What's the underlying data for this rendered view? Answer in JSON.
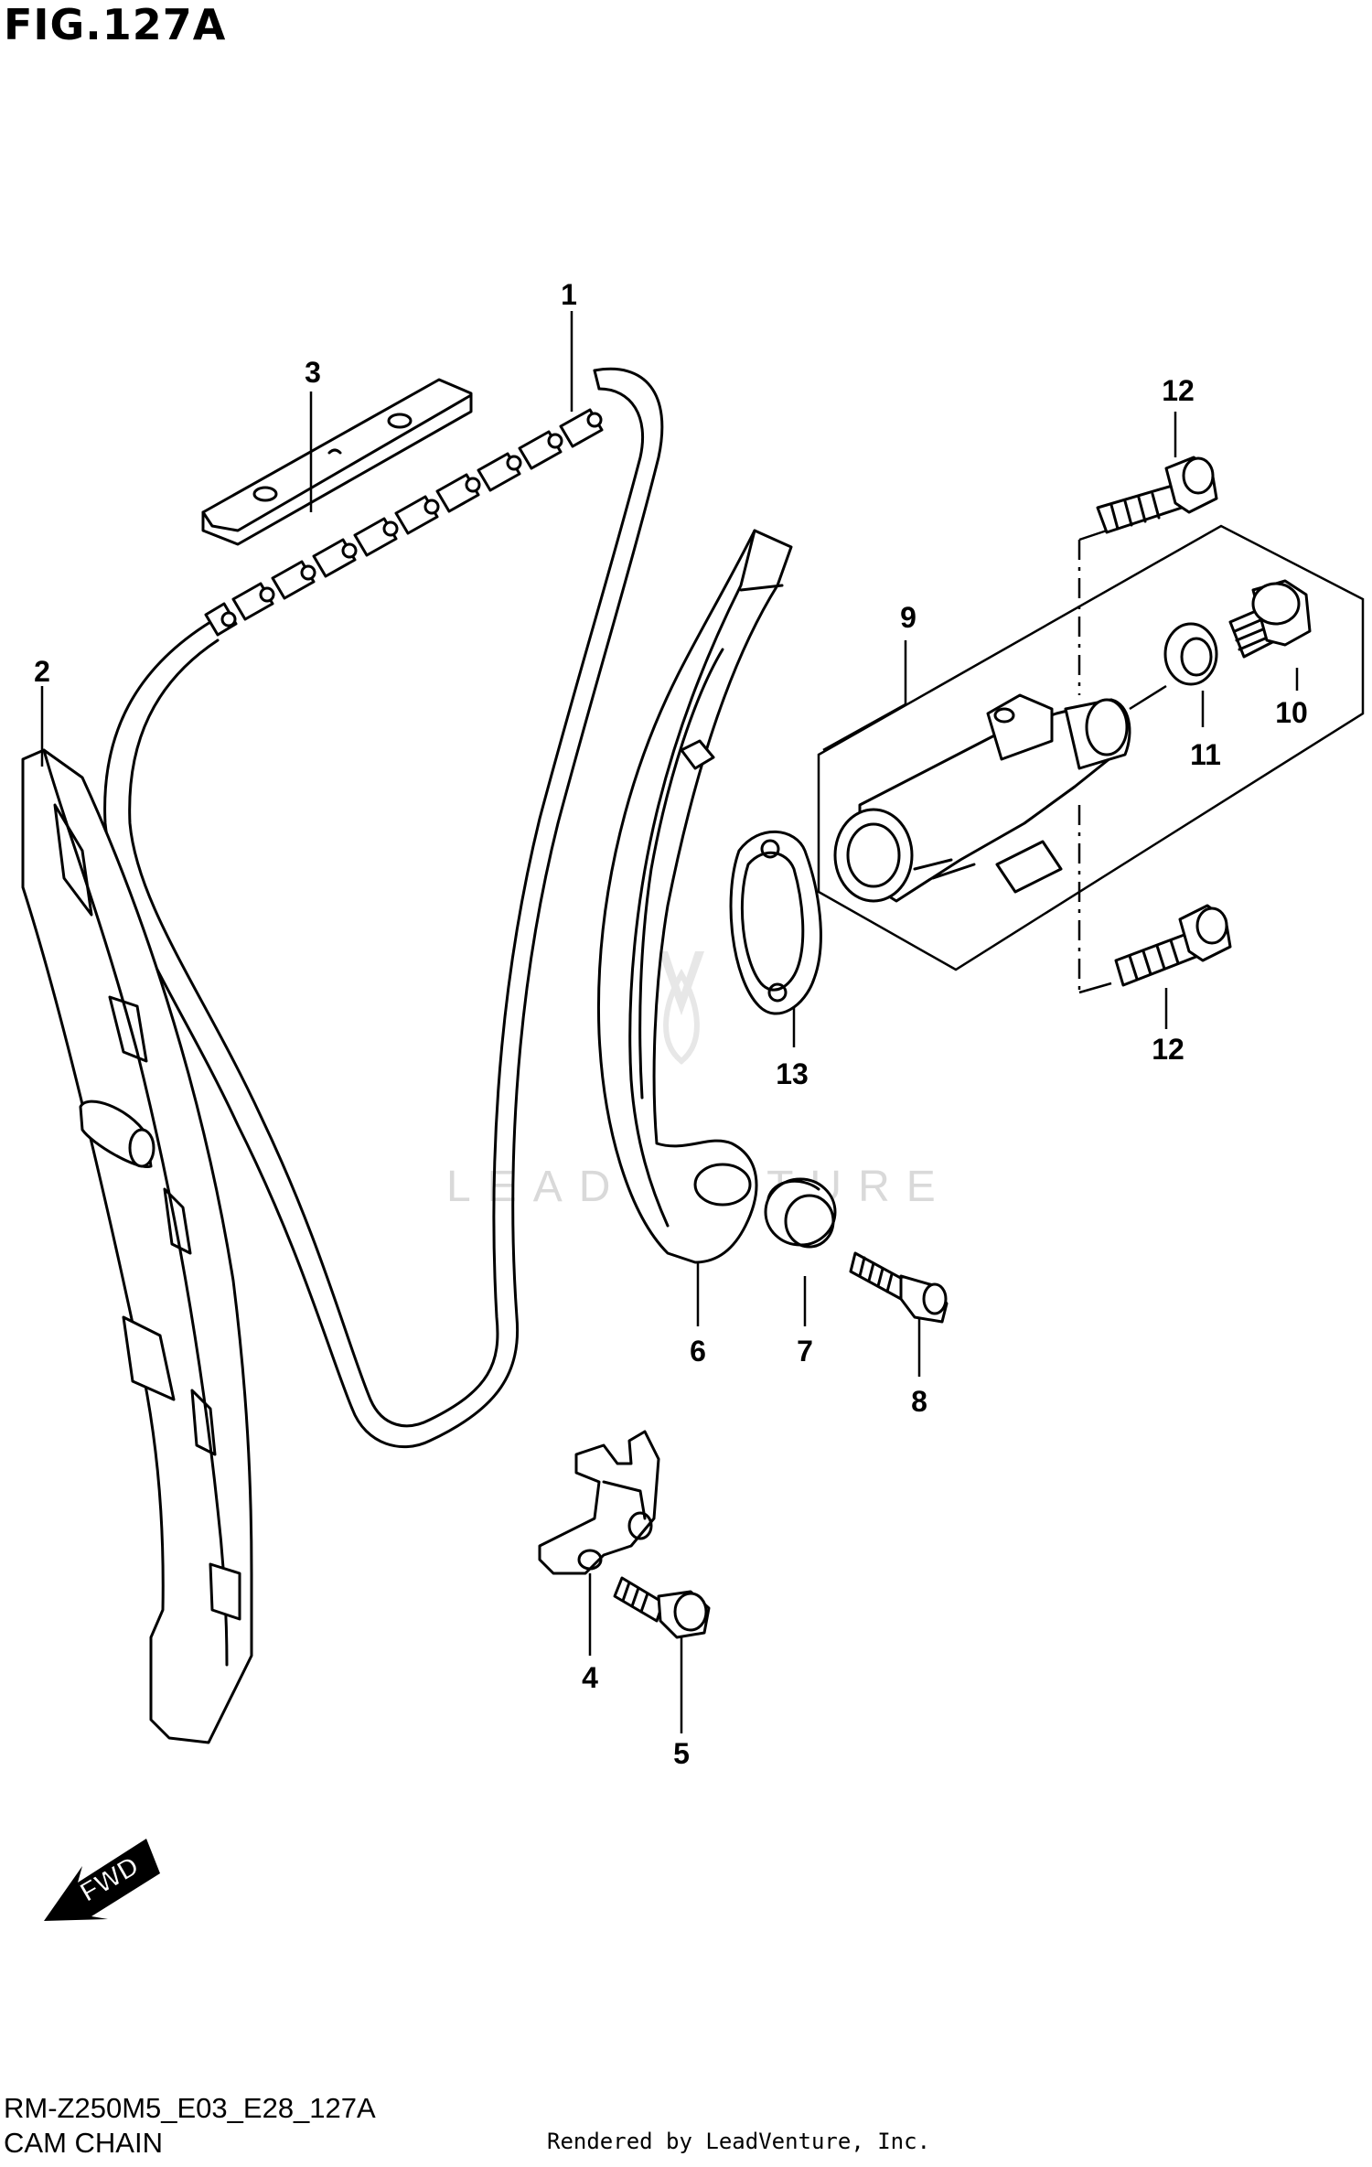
{
  "figure": {
    "title": "FIG.127A"
  },
  "watermark": {
    "text": "LEADVENTURE"
  },
  "fwd_arrow": {
    "label": "FWD"
  },
  "callouts": [
    {
      "id": "1",
      "label": "1"
    },
    {
      "id": "2",
      "label": "2"
    },
    {
      "id": "3",
      "label": "3"
    },
    {
      "id": "4",
      "label": "4"
    },
    {
      "id": "5",
      "label": "5"
    },
    {
      "id": "6",
      "label": "6"
    },
    {
      "id": "7",
      "label": "7"
    },
    {
      "id": "8",
      "label": "8"
    },
    {
      "id": "9",
      "label": "9"
    },
    {
      "id": "10",
      "label": "10"
    },
    {
      "id": "11",
      "label": "11"
    },
    {
      "id": "12a",
      "label": "12"
    },
    {
      "id": "12b",
      "label": "12"
    },
    {
      "id": "13",
      "label": "13"
    }
  ],
  "footer": {
    "model_code": "RM-Z250M5_E03_E28_127A",
    "section_name": "CAM CHAIN",
    "credit": "Rendered by LeadVenture, Inc."
  }
}
